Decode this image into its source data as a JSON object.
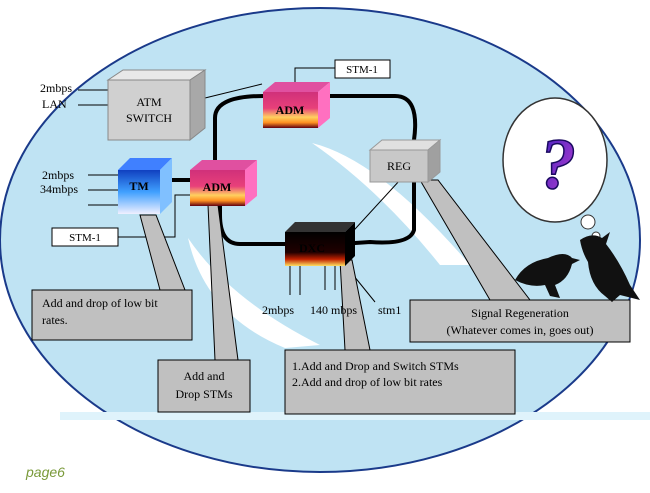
{
  "devices": {
    "atm_switch": {
      "line1": "ATM",
      "line2": "SWITCH"
    },
    "adm_top": "ADM",
    "adm_left": "ADM",
    "tm": "TM",
    "reg": "REG",
    "dxc": "DXC"
  },
  "port_labels": {
    "atm_2mbps": "2mbps",
    "atm_lan": "LAN",
    "tm_2mbps": "2mbps",
    "tm_34mbps": "34mbps",
    "stm1_top": "STM-1",
    "stm1_left": "STM-1",
    "dxc_2mbps": "2mbps",
    "dxc_140mbps": "140 mbps",
    "dxc_stm1": "stm1"
  },
  "callouts": {
    "tm_note_line1": "Add and drop of low bit",
    "tm_note_line2": "rates.",
    "adm_note_line1": "Add and",
    "adm_note_line2": "Drop STMs",
    "dxc_note_line1": "1.Add and Drop and Switch STMs",
    "dxc_note_line2": "2.Add and drop of  low bit rates",
    "reg_note_line1": "Signal Regeneration",
    "reg_note_line2": "(Whatever comes in, goes out)"
  },
  "thought_bubble": {
    "symbol": "?"
  },
  "page_label": "page6",
  "colors": {
    "ellipse_fill": "#bfe3f3",
    "callout_fill": "#c0c0c0",
    "adm_magenta": "#c0307a",
    "tm_blue": "#1f5fd8",
    "dxc_black": "#111111",
    "question_purple": "#7b1fa2"
  }
}
